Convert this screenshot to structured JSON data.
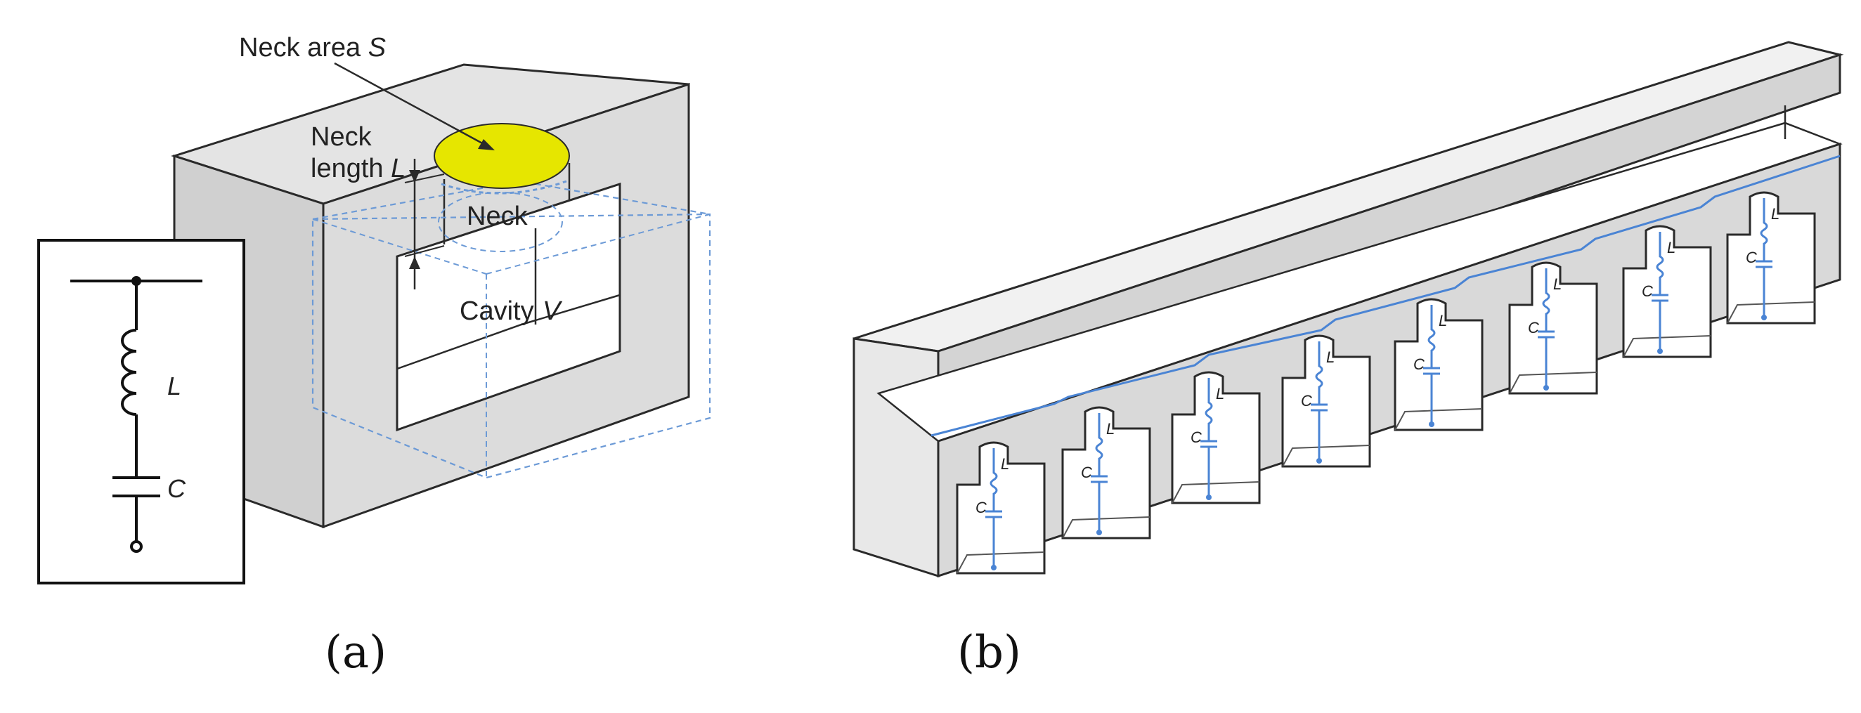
{
  "panel_a": {
    "caption": "(a)",
    "labels": {
      "neck_area": "Neck area ",
      "neck_area_symbol": "S",
      "neck_length_line1": "Neck",
      "neck_length_line2": "length ",
      "neck_length_symbol": "L",
      "neck": "Neck",
      "cavity": "Cavity",
      "cavity_symbol": "V"
    },
    "circuit": {
      "inductor_label": "L",
      "capacitor_label": "C"
    }
  },
  "panel_b": {
    "caption": "(b)",
    "cell_labels": {
      "inductor": "L",
      "capacitor": "C"
    }
  },
  "colors": {
    "neck_highlight": "#e6e600",
    "block_face": "#dcdcdc",
    "block_top": "#e4e4e4",
    "outline": "#2a2a2a",
    "dashed_blue": "#6c9ad6",
    "circuit_blue": "#4a84d4"
  }
}
